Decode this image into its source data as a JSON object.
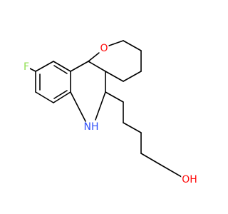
{
  "molecule": {
    "atoms": {
      "fluorine": "F",
      "ring_oxygen": "O",
      "amine": "N",
      "amine_h": "H",
      "hydroxyl": "OH"
    },
    "atom_colors": {
      "F": "#90e050",
      "O": "#ff0d0d",
      "N": "#3050f8",
      "C": "#000000"
    }
  }
}
